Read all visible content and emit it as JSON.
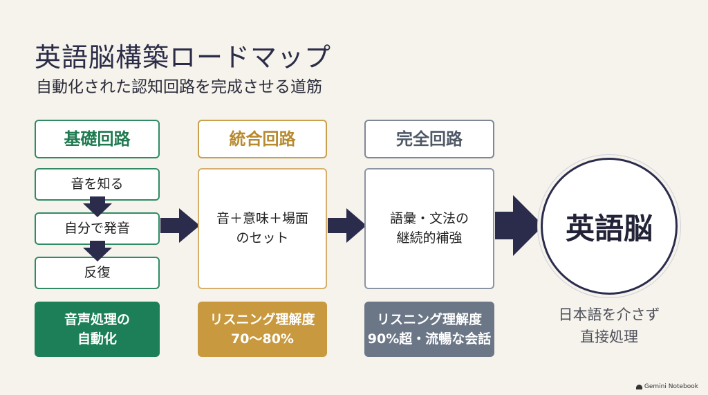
{
  "page": {
    "title": "英語脳構築ロードマップ",
    "subtitle": "自動化された認知回路を完成させる道筋"
  },
  "stages": [
    {
      "header": "基礎回路",
      "steps": [
        "音を知る",
        "自分で発音",
        "反復"
      ],
      "footer": [
        "音声処理の",
        "自動化"
      ],
      "color": "#1d7f57"
    },
    {
      "header": "統合回路",
      "body": [
        "音＋意味＋場面",
        "のセット"
      ],
      "footer": [
        "リスニング理解度",
        "70〜80%"
      ],
      "color": "#c8993e"
    },
    {
      "header": "完全回路",
      "body": [
        "語彙・文法の",
        "継続的補強"
      ],
      "footer": [
        "リスニング理解度",
        "90%超・流暢な会話"
      ],
      "color": "#6b7686"
    }
  ],
  "goal": {
    "label": "英語脳",
    "note": [
      "日本語を介さず",
      "直接処理"
    ]
  },
  "watermark": "Gemini Notebook",
  "colors": {
    "navy": "#2b2c4c",
    "green": "#1d7f57",
    "gold": "#c8993e",
    "gray": "#6b7686",
    "background": "#f6f3ec"
  }
}
